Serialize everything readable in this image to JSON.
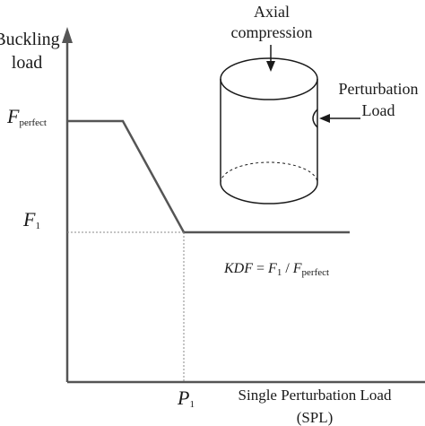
{
  "y_axis_label": {
    "line1": "Buckling",
    "line2": "load"
  },
  "f_perfect": {
    "symbol": "F",
    "subscript": "perfect"
  },
  "f1": {
    "symbol": "F",
    "subscript": "1"
  },
  "p1": {
    "symbol": "P",
    "subscript": "1"
  },
  "x_axis_label": {
    "line1": "Single Perturbation Load",
    "line2": "(SPL)"
  },
  "axial": {
    "line1": "Axial",
    "line2": "compression"
  },
  "perturbation": {
    "line1": "Perturbation",
    "line2": "Load"
  },
  "kdf": {
    "lhs": "KDF",
    "eq": " = ",
    "num_symbol": "F",
    "num_sub": "1",
    "slash": " / ",
    "den_symbol": "F",
    "den_sub": "perfect"
  },
  "colors": {
    "ink": "#1a1a1a",
    "axis": "#555555",
    "dotted": "#888888"
  }
}
